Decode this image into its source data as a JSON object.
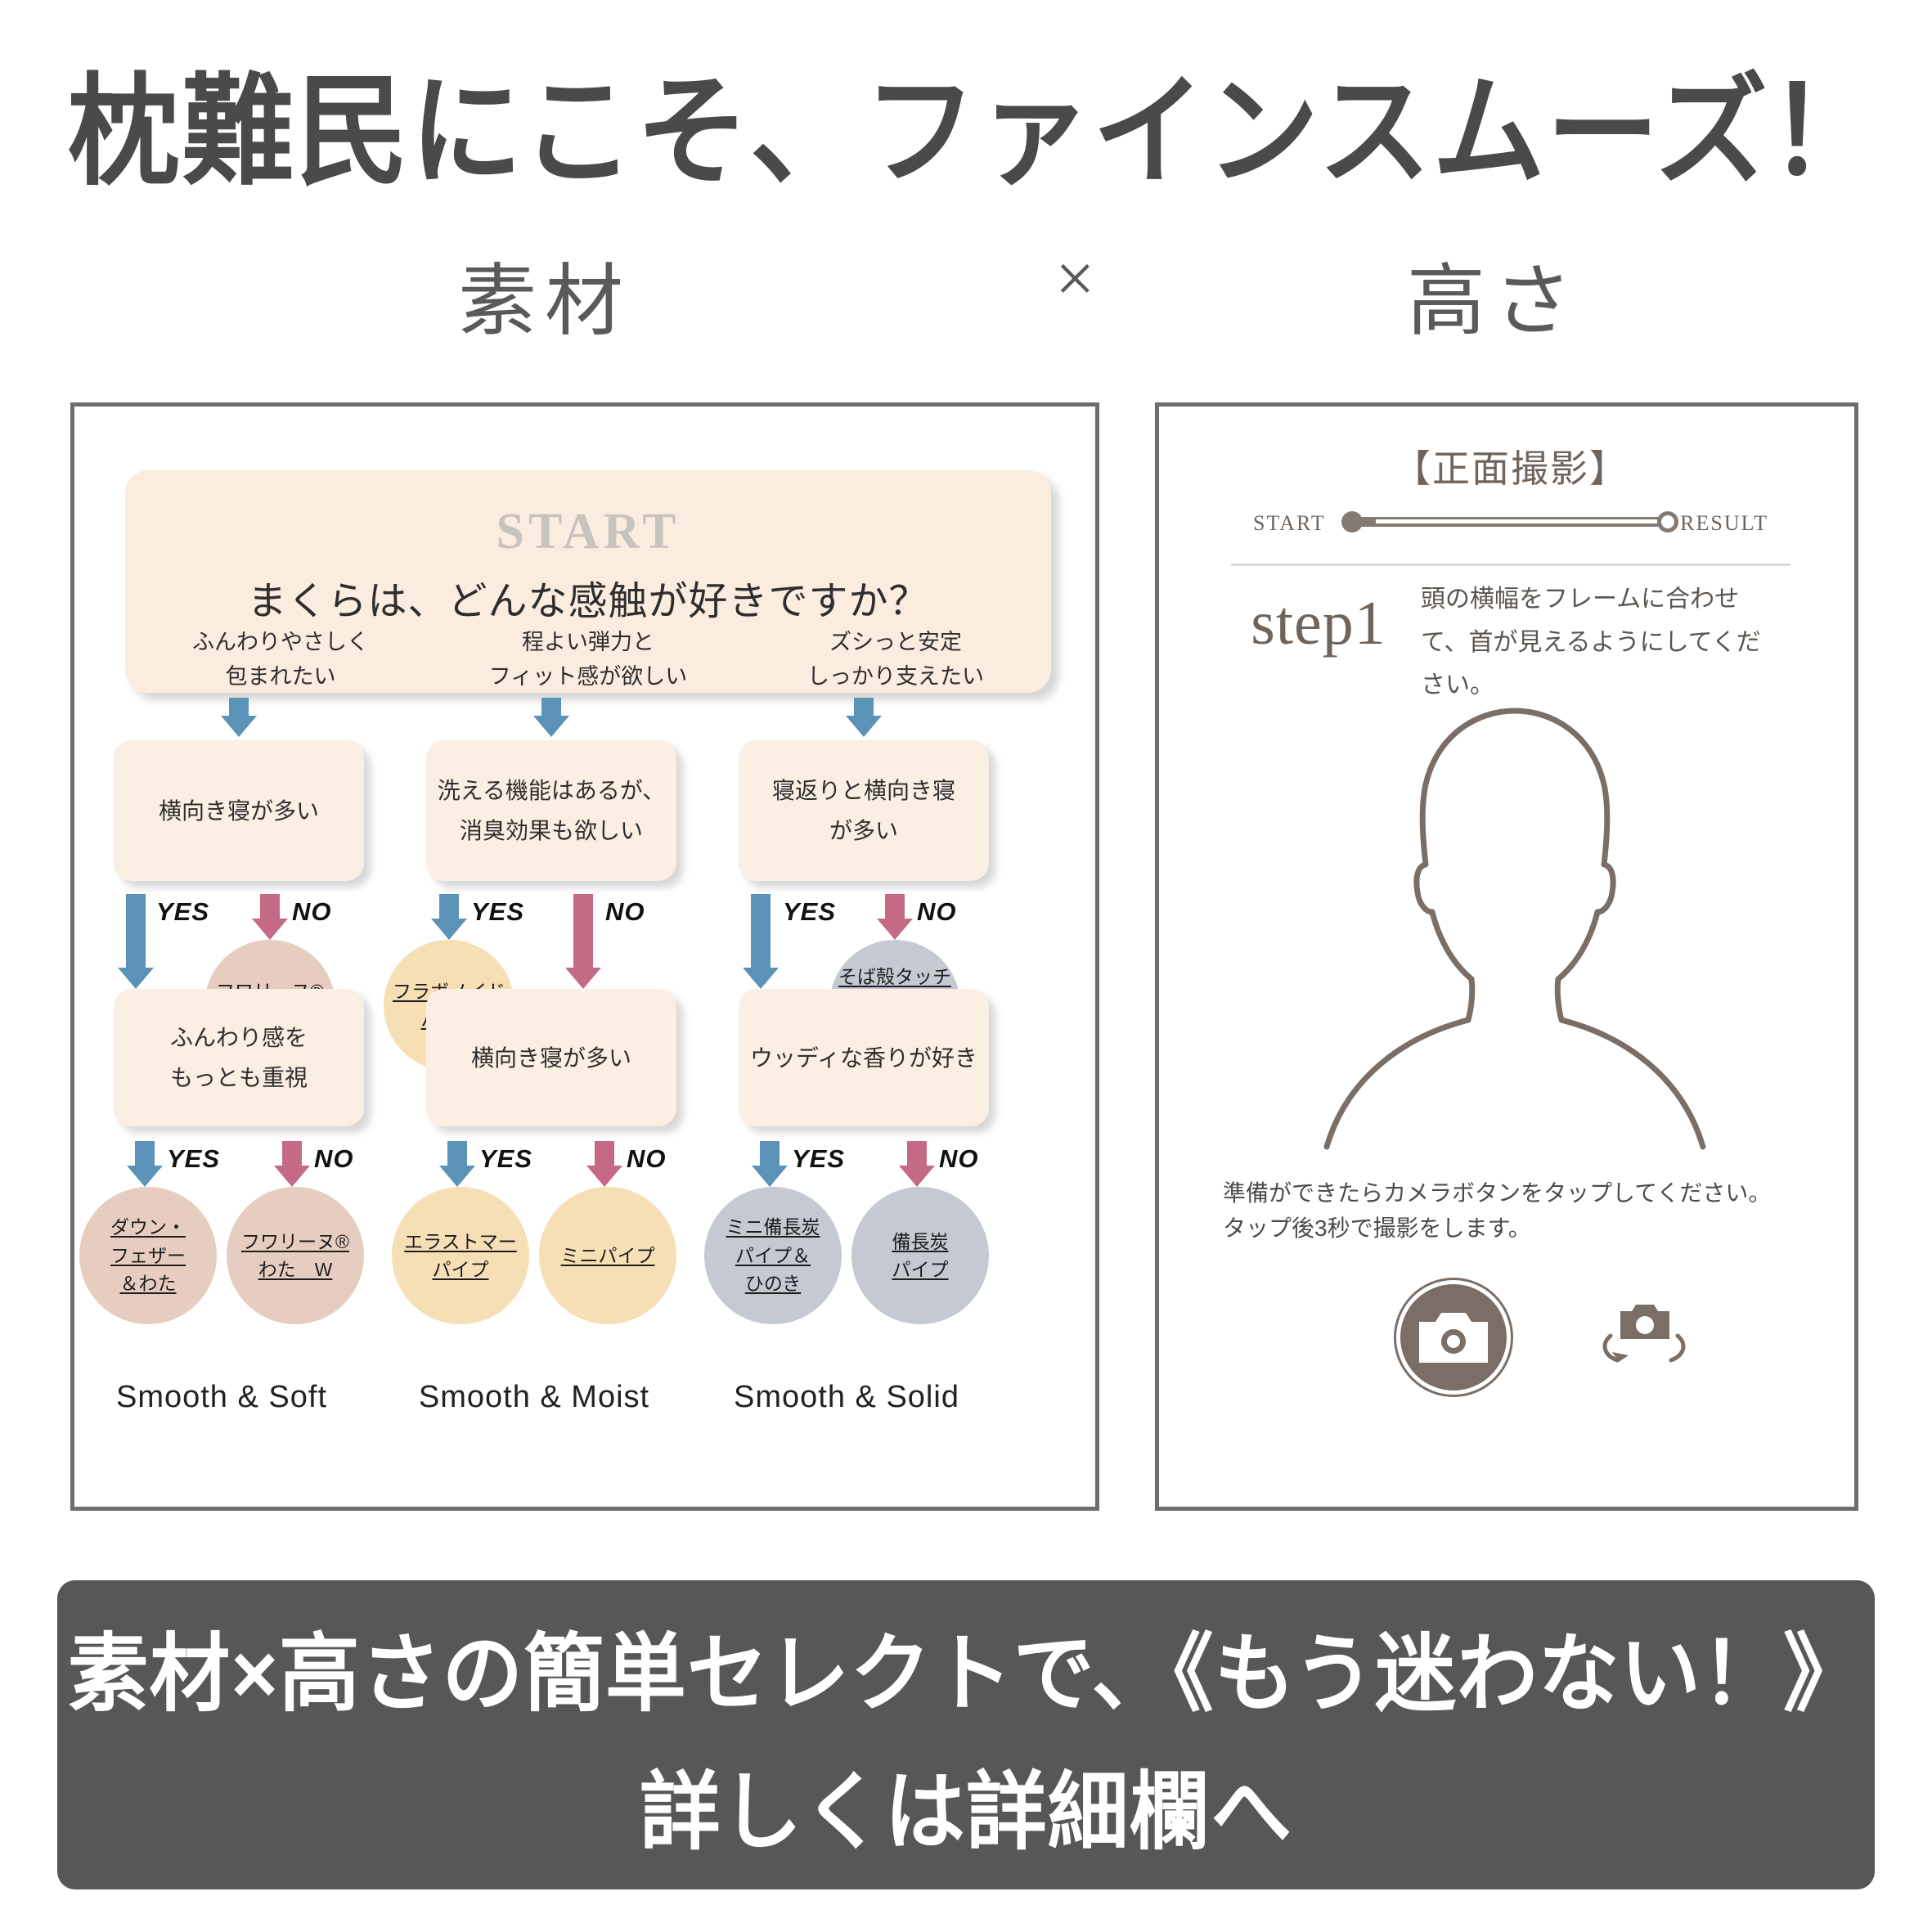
{
  "headline": "枕難民にこそ、ファインスムーズ！",
  "subheads": {
    "material": "素材",
    "times": "×",
    "height": "高さ"
  },
  "flow": {
    "start": {
      "title": "START",
      "question": "まくらは、どんな感触が好きですか？",
      "options": [
        "ふんわりやさしく\n包まれたい",
        "程よい弾力と\nフィット感が欲しい",
        "ズシっと安定\nしっかり支えたい"
      ]
    },
    "yes_label": "YES",
    "no_label": "NO",
    "columns": [
      {
        "q1": "横向き寝が多い",
        "q1_no_circle": "フワリーヌ®\nわた　S",
        "q2": "ふんわり感を\nもっとも重視",
        "result_yes": "ダウン・\nフェザー\n＆わた",
        "result_no": "フワリーヌ®\nわた　W",
        "group": "Smooth & Soft"
      },
      {
        "q1": "洗える機能はあるが、\n消臭効果も欲しい",
        "q1_yes_circle": "フラボノイド\nパイプ",
        "q2": "横向き寝が多い",
        "result_yes": "エラストマー\nパイプ",
        "result_no": "ミニパイプ",
        "group": "Smooth & Moist"
      },
      {
        "q1": "寝返りと横向き寝\nが多い",
        "q1_no_circle": "そば殻タッチ\nパイプ\n（お茶入り）",
        "q2": "ウッディな香りが好き",
        "result_yes": "ミニ備長炭\nパイプ＆\nひのき",
        "result_no": "備長炭\nパイプ",
        "group": "Smooth & Solid"
      }
    ]
  },
  "right_panel": {
    "title": "【正面撮影】",
    "progress": {
      "start": "START",
      "result": "RESULT"
    },
    "step_label": "step1",
    "step_text": "頭の横幅をフレームに合わせて、首が見えるようにしてください。",
    "camera_note": "準備ができたらカメラボタンをタップしてください。\nタップ後3秒で撮影をします。"
  },
  "banner": {
    "line1": "素材×高さの簡単セレクトで、《もう迷わない！》",
    "line2": "詳しくは詳細欄へ"
  },
  "colors": {
    "box_fill": "#fbeee2",
    "circle_pink": "#e6cdbf",
    "circle_cream": "#f6dfb5",
    "circle_gray": "#c4c9d2",
    "arrow_yes": "#5b93b8",
    "arrow_no": "#c56a85",
    "banner_bg": "#575757",
    "panel_border": "#6d6d6d",
    "outline": "#7a6e66"
  }
}
